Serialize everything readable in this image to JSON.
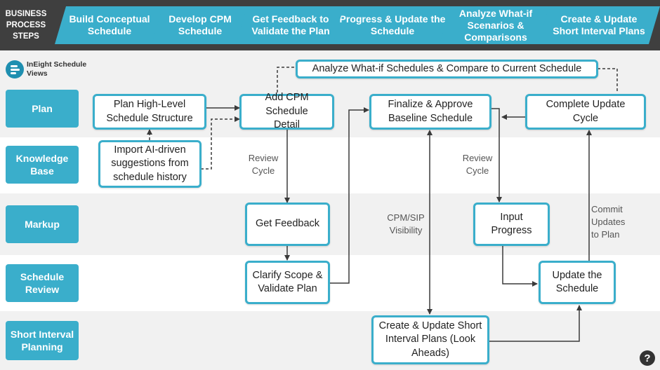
{
  "header": {
    "label": "BUSINESS PROCESS STEPS",
    "steps": [
      "Build Conceptual Schedule",
      "Develop CPM Schedule",
      "Get Feedback to Validate the Plan",
      "Progress & Update the Schedule",
      "Analyze What-if Scenarios & Comparisons",
      "Create & Update Short Interval Plans"
    ]
  },
  "logo": {
    "text": "InEight Schedule Views"
  },
  "lanes": [
    "Plan",
    "Knowledge Base",
    "Markup",
    "Schedule Review",
    "Short Interval Planning"
  ],
  "nodes": {
    "plan_high_level": "Plan High-Level Schedule Structure",
    "add_cpm": "Add CPM Schedule Detail",
    "finalize_baseline": "Finalize & Approve Baseline Schedule",
    "complete_update": "Complete Update Cycle",
    "import_ai": "Import AI-driven suggestions from schedule history",
    "get_feedback": "Get Feedback",
    "input_progress": "Input Progress",
    "clarify_scope": "Clarify Scope & Validate Plan",
    "update_schedule": "Update the Schedule",
    "create_sip": "Create & Update Short Interval Plans (Look Aheads)",
    "analyze_whatif": "Analyze What-if Schedules & Compare to Current Schedule"
  },
  "labels": {
    "review_cycle_1": "Review Cycle",
    "review_cycle_2": "Review Cycle",
    "cpm_sip": "CPM/SIP Visibility",
    "commit_updates": "Commit Updates to Plan"
  },
  "help": "?",
  "colors": {
    "accent": "#3aaecb",
    "header_bg": "#3f3f3f",
    "arrow": "#3a3a3a"
  }
}
